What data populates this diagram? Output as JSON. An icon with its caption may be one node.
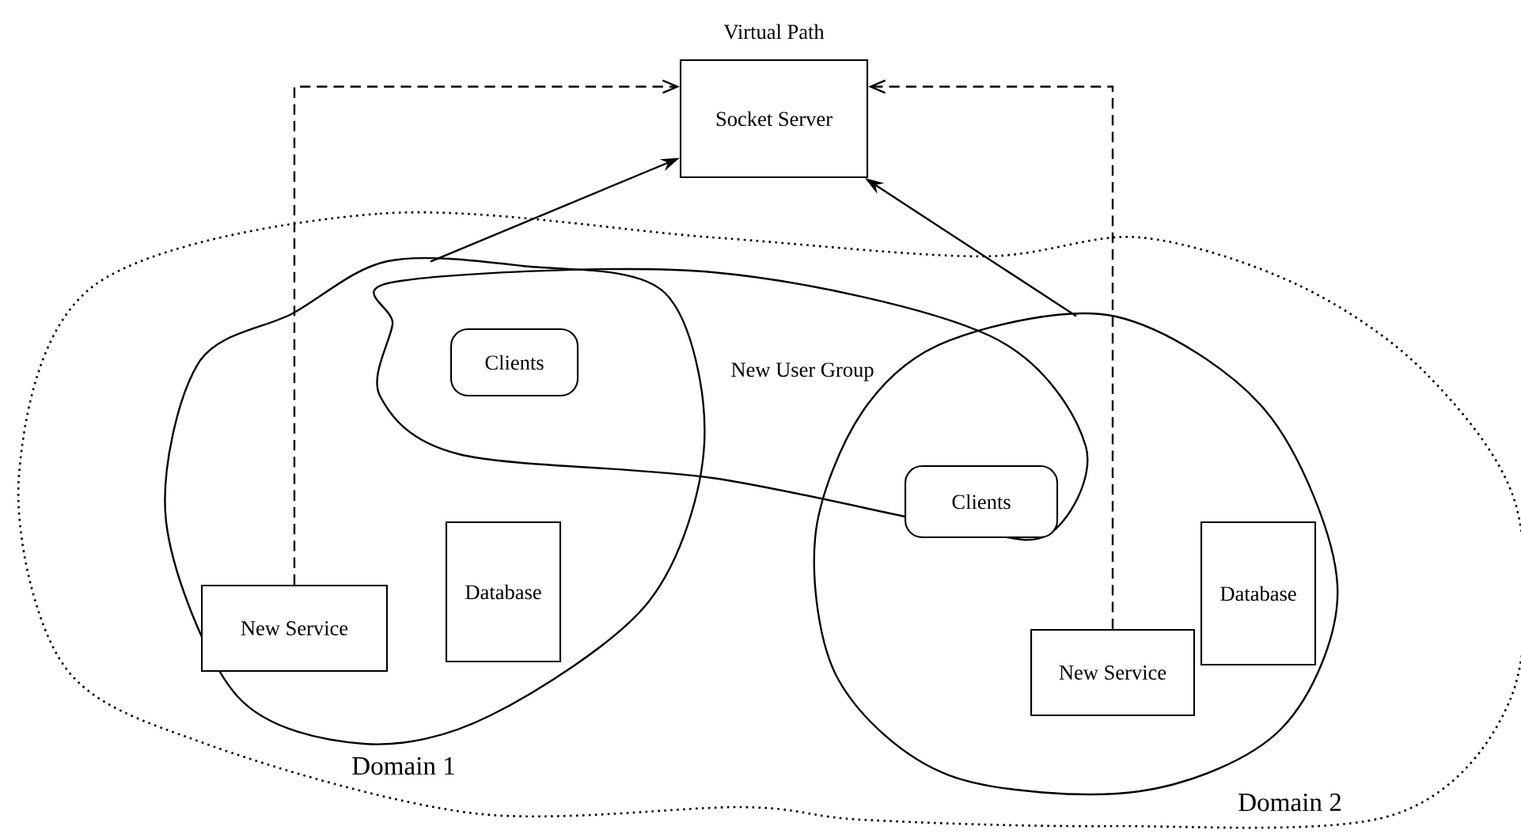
{
  "diagram": {
    "nodes": [
      {
        "text": [
          "Socket Server"
        ]
      },
      {
        "text": [],
        "shape": "cloud"
      },
      {
        "text": [
          "Domain 1"
        ],
        "in": 1
      },
      {
        "text": [
          "New User Group"
        ],
        "in": 1
      },
      {
        "text": [
          "Clients"
        ]
      },
      {
        "text": [
          "Database"
        ],
        "in": 2
      },
      {
        "text": [
          "New Service"
        ],
        "in": 2
      },
      {
        "text": [
          "Domain 2"
        ],
        "in": 1
      },
      {
        "text": [
          "Clients"
        ]
      },
      {
        "text": [
          "Database"
        ],
        "in": 7
      },
      {
        "text": [
          "New Service"
        ],
        "in": 7
      }
    ],
    "edges": [
      {
        "from": 2,
        "to": 0,
        "arrow": "to"
      },
      {
        "from": 7,
        "to": 0,
        "arrow": "to"
      },
      {
        "from": 6,
        "to": 0,
        "arrow": "to",
        "style": "dashed"
      },
      {
        "from": 10,
        "to": 0,
        "arrow": "to",
        "style": "dashed"
      }
    ],
    "labels": [
      "Virtual Path"
    ]
  }
}
